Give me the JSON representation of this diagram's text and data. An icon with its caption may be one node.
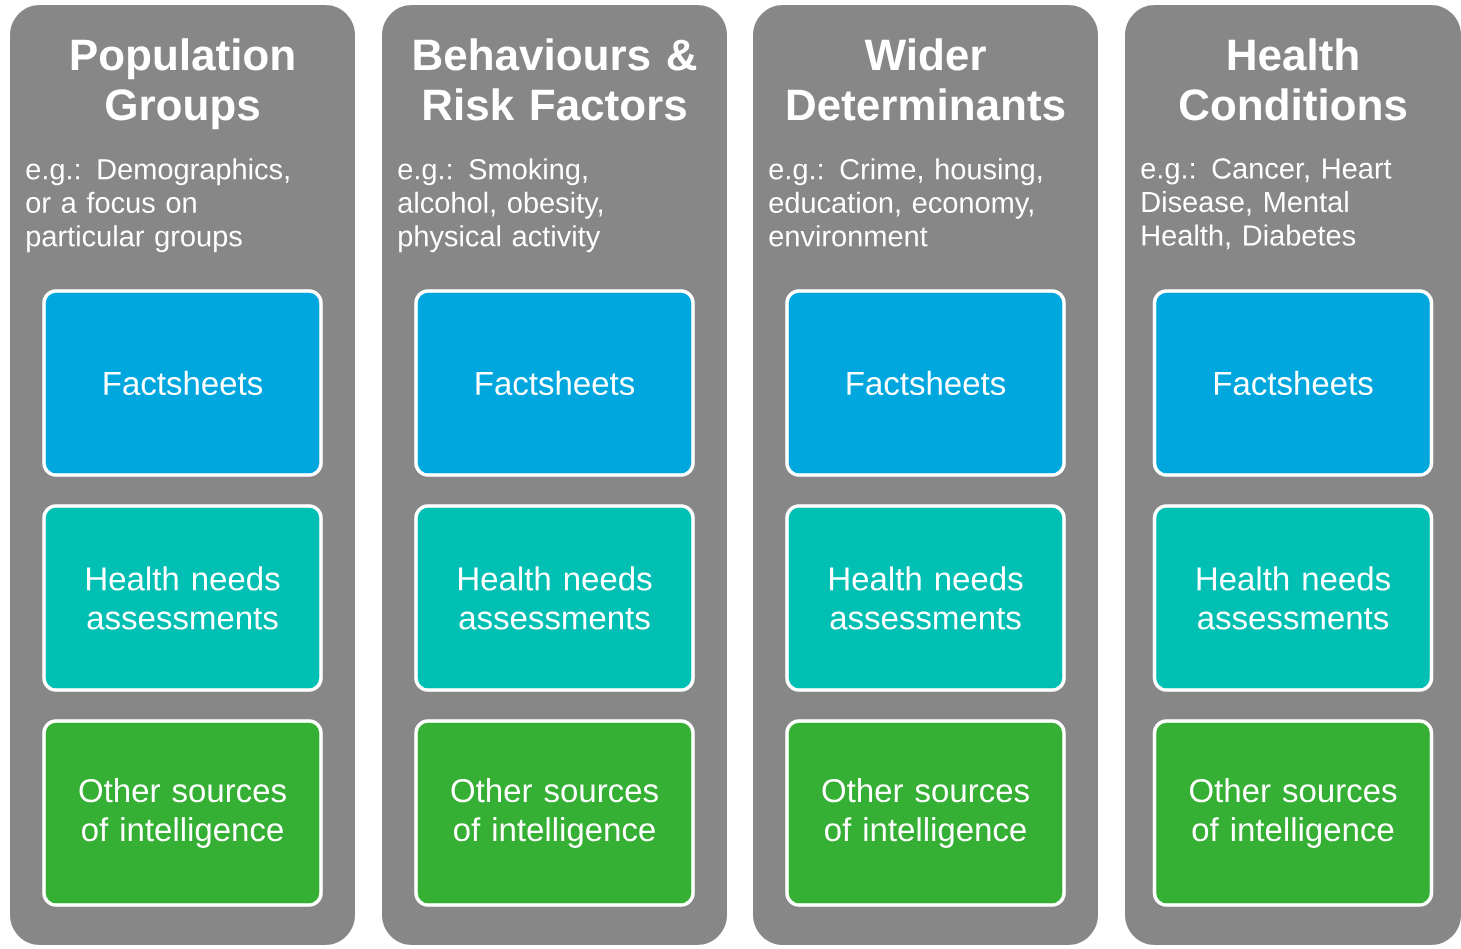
{
  "diagram": {
    "nodes": [
      {
        "text": [
          "Population Groups",
          "e.g.: Demographics, or a focus on particular groups"
        ]
      },
      {
        "text": [
          "Factsheets"
        ],
        "in": 0
      },
      {
        "text": [
          "Health needs assessments"
        ],
        "in": 0
      },
      {
        "text": [
          "Other sources of intelligence"
        ],
        "in": 0
      },
      {
        "text": [
          "Behaviours & Risk Factors",
          "e.g.: Smoking, alcohol, obesity, physical activity"
        ]
      },
      {
        "text": [
          "Factsheets"
        ],
        "in": 4
      },
      {
        "text": [
          "Health needs assessments"
        ],
        "in": 4
      },
      {
        "text": [
          "Other sources of intelligence"
        ],
        "in": 4
      },
      {
        "text": [
          "Wider Determinants",
          "e.g.: Crime, housing, education, economy, environment"
        ]
      },
      {
        "text": [
          "Factsheets"
        ],
        "in": 8
      },
      {
        "text": [
          "Health needs assessments"
        ],
        "in": 8
      },
      {
        "text": [
          "Other sources of intelligence"
        ],
        "in": 8
      },
      {
        "text": [
          "Health Conditions",
          "e.g.: Cancer, Heart Disease, Mental Health, Diabetes"
        ]
      },
      {
        "text": [
          "Factsheets"
        ],
        "in": 12
      },
      {
        "text": [
          "Health needs assessments"
        ],
        "in": 12
      },
      {
        "text": [
          "Other sources of intelligence"
        ],
        "in": 12
      }
    ]
  }
}
